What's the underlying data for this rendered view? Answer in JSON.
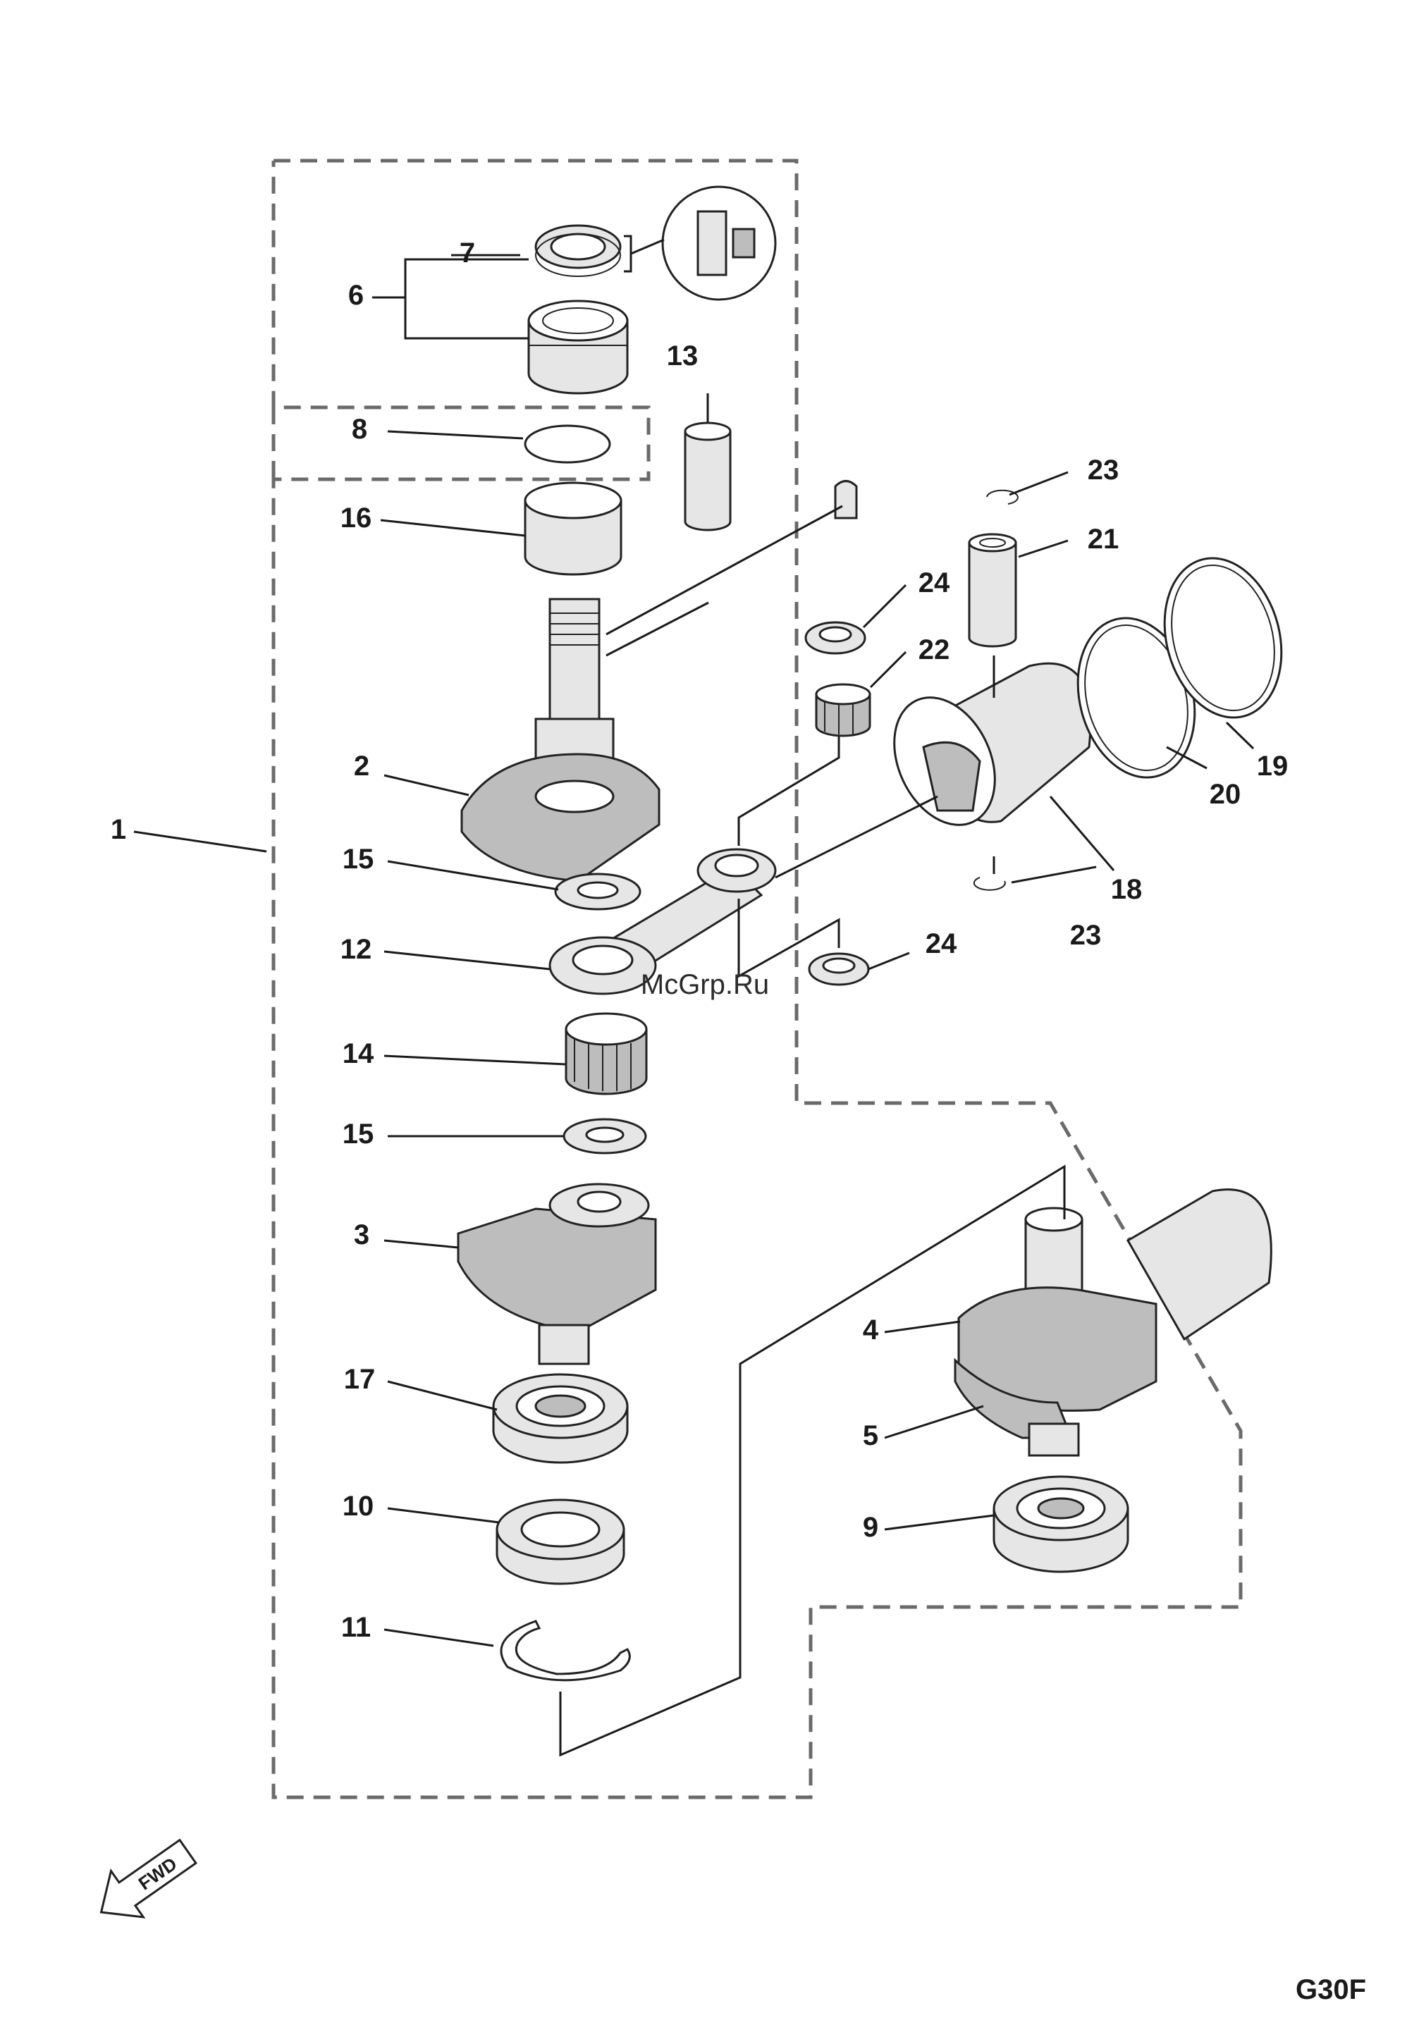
{
  "callouts": [
    {
      "id": "c1",
      "label": "1"
    },
    {
      "id": "c2",
      "label": "2"
    },
    {
      "id": "c3",
      "label": "3"
    },
    {
      "id": "c4",
      "label": "4"
    },
    {
      "id": "c5",
      "label": "5"
    },
    {
      "id": "c6",
      "label": "6"
    },
    {
      "id": "c7",
      "label": "7"
    },
    {
      "id": "c8",
      "label": "8"
    },
    {
      "id": "c9",
      "label": "9"
    },
    {
      "id": "c10",
      "label": "10"
    },
    {
      "id": "c11",
      "label": "11"
    },
    {
      "id": "c12",
      "label": "12"
    },
    {
      "id": "c13",
      "label": "13"
    },
    {
      "id": "c14",
      "label": "14"
    },
    {
      "id": "c15a",
      "label": "15"
    },
    {
      "id": "c15b",
      "label": "15"
    },
    {
      "id": "c16",
      "label": "16"
    },
    {
      "id": "c17",
      "label": "17"
    },
    {
      "id": "c18",
      "label": "18"
    },
    {
      "id": "c19",
      "label": "19"
    },
    {
      "id": "c20",
      "label": "20"
    },
    {
      "id": "c21",
      "label": "21"
    },
    {
      "id": "c22",
      "label": "22"
    },
    {
      "id": "c23a",
      "label": "23"
    },
    {
      "id": "c23b",
      "label": "23"
    },
    {
      "id": "c24a",
      "label": "24"
    },
    {
      "id": "c24b",
      "label": "24"
    }
  ],
  "watermark": "McGrp.Ru",
  "direction_label": "FWD",
  "model_code": "G30F"
}
